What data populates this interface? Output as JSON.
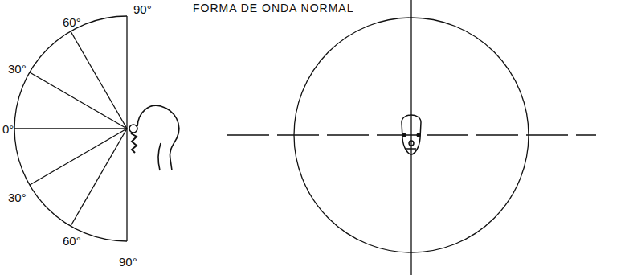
{
  "diagram": {
    "title": "FORMA DE ONDA NORMAL",
    "labels": [
      "90°",
      "60°",
      "30°",
      "0°",
      "30°",
      "60°",
      "90°"
    ]
  }
}
